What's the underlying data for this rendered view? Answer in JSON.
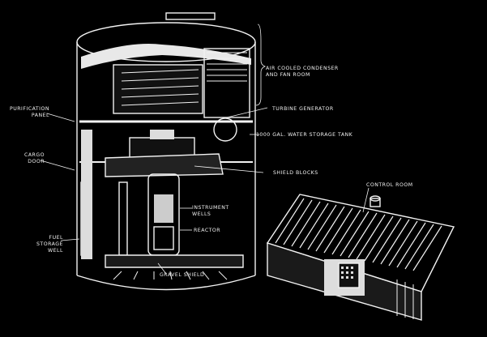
{
  "diagram": {
    "title": "",
    "colors": {
      "background": "#000000",
      "line": "#f2f2f2"
    },
    "labels": {
      "condenser": "AIR COOLED CONDENSER\nAND FAN ROOM",
      "turbine": "TURBINE GENERATOR",
      "water_tank": "1000 GAL. WATER STORAGE TANK",
      "shield_blocks": "SHIELD BLOCKS",
      "control_room": "CONTROL ROOM",
      "purification": "PURIFICATION\nPANEL",
      "cargo_door": "CARGO\nDOOR",
      "instrument_wells": "INSTRUMENT\nWELLS",
      "reactor": "REACTOR",
      "fuel_storage": "FUEL\nSTORAGE\nWELL",
      "gravel_shield": "GRAVEL SHIELD"
    }
  }
}
